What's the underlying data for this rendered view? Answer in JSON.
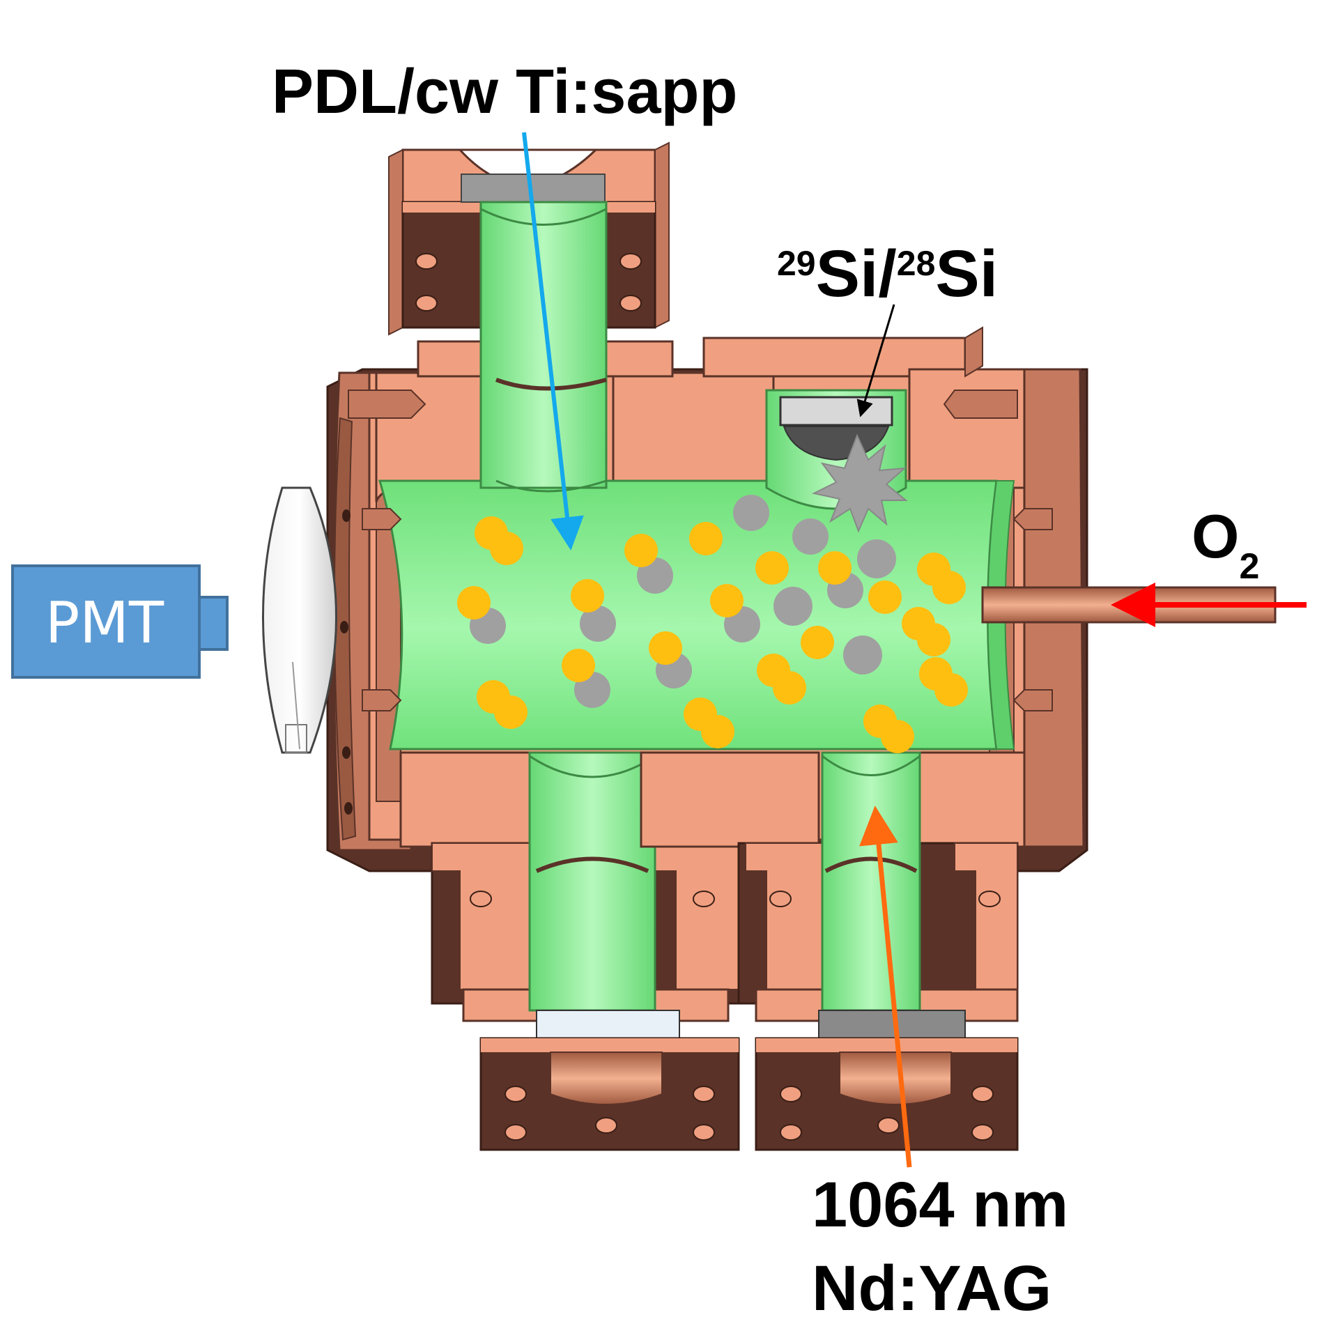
{
  "labels": {
    "top_laser": "PDL/cw Ti:sapp",
    "target_mass1": "29",
    "target_elem1": "Si/",
    "target_mass2": "28",
    "target_elem2": "Si",
    "gas_main": "O",
    "gas_sub": "2",
    "detector": "PMT",
    "ablation_line1": "1064 nm",
    "ablation_line2": "Nd:YAG"
  },
  "colors": {
    "copper_face": "#f0a080",
    "copper_dark": "#5a3228",
    "copper_mid": "#c57a5f",
    "copper_edge": "#7a3f2e",
    "interior": "#7ef08a",
    "tube": "#8ff29a",
    "silicon_particle": "#a0a0a0",
    "oxygen_particle": "#ffbf10",
    "pmt_fill": "#5b9bd5",
    "pmt_stroke": "#41719c",
    "probe_arrow": "#14a8ec",
    "ablation_arrow": "#ff6a10",
    "gas_arrow": "#ff0000",
    "target": "#d8d8d8"
  },
  "icons": {
    "flash": "plasma-burst-icon",
    "lens": "lens-icon"
  }
}
